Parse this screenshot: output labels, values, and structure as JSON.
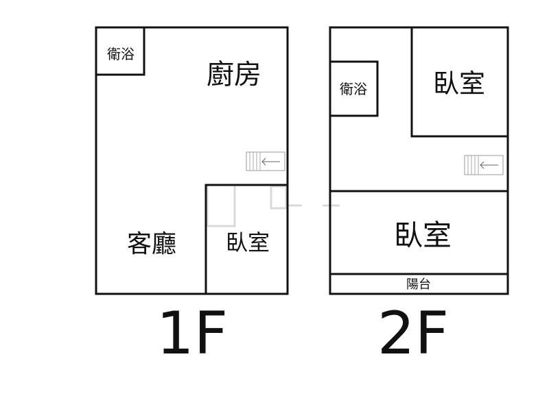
{
  "floor_1": {
    "label": "1F",
    "rooms": {
      "bathroom": "衛浴",
      "kitchen": "廚房",
      "living_room": "客廳",
      "bedroom": "臥室"
    }
  },
  "floor_2": {
    "label": "2F",
    "rooms": {
      "bathroom": "衛浴",
      "bedroom_top": "臥室",
      "bedroom_bottom": "臥室",
      "balcony": "陽台"
    }
  },
  "colors": {
    "wall": "#111111",
    "stair": "#999999",
    "watermark": "#d9d9d9"
  }
}
